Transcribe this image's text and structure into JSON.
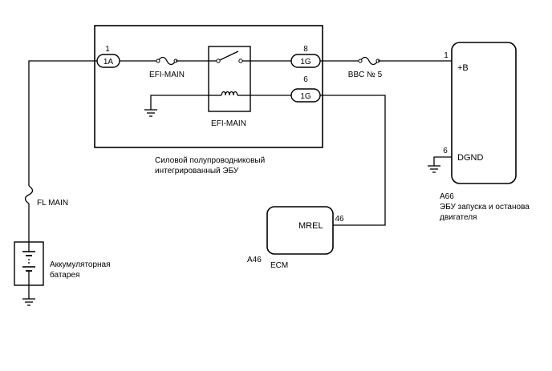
{
  "ecu_power": {
    "title_line1": "Силовой полупроводниковый",
    "title_line2": "интегрированный ЭБУ",
    "pin_1a_number": "1",
    "pin_1a_label": "1A",
    "pin_1g_top_number": "8",
    "pin_1g_top_label": "1G",
    "pin_1g_bottom_number": "6",
    "pin_1g_bottom_label": "1G",
    "fuse_label": "EFI-MAIN",
    "relay_label": "EFI-MAIN"
  },
  "fuse_bbc": {
    "label": "BBC № 5"
  },
  "fuse_fl": {
    "label": "FL MAIN"
  },
  "battery": {
    "label_line1": "Аккумуляторная",
    "label_line2": "батарея"
  },
  "ecm": {
    "ref": "A46",
    "name": "ECM",
    "pin_label": "MREL",
    "pin_number": "46"
  },
  "start_stop_ecu": {
    "ref": "A66",
    "name_line1": "ЭБУ запуска и останова",
    "name_line2": "двигателя",
    "pin_b_number": "1",
    "pin_b_label": "+B",
    "pin_gnd_number": "6",
    "pin_gnd_label": "DGND"
  }
}
